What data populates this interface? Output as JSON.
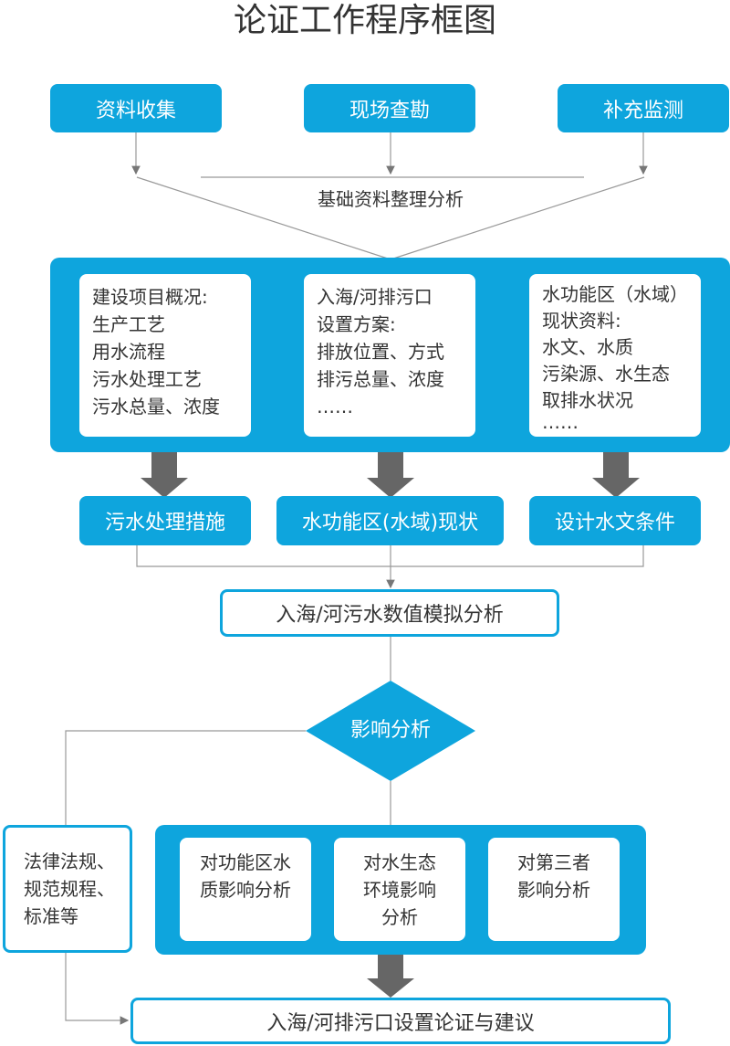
{
  "title": "论证工作程序框图",
  "top_boxes": [
    "资料收集",
    "现场查勘",
    "补充监测"
  ],
  "merge_label": "基础资料整理分析",
  "info_boxes": [
    [
      "建设项目概况:",
      "生产工艺",
      "用水流程",
      "污水处理工艺",
      "污水总量、浓度"
    ],
    [
      "入海/河排污口",
      "设置方案:",
      "排放位置、方式",
      "排污总量、浓度",
      "……"
    ],
    [
      "水功能区（水域）",
      "现状资料:",
      "水文、水质",
      "污染源、水生态",
      "取排水状况",
      "……"
    ]
  ],
  "mid_boxes": [
    "污水处理措施",
    "水功能区(水域)现状",
    "设计水文条件"
  ],
  "simulation": "入海/河污水数值模拟分析",
  "decision": "影响分析",
  "law_box": [
    "法律法规、",
    "规范规程、",
    "标准等"
  ],
  "impact_boxes": [
    [
      "对功能区水",
      "质影响分析"
    ],
    [
      "对水生态",
      "环境影响",
      "分析"
    ],
    [
      "对第三者",
      "影响分析"
    ]
  ],
  "final": "入海/河排污口设置论证与建议",
  "colors": {
    "blue": "#0ea5dd",
    "arrow": "#666666",
    "line": "#999999"
  }
}
